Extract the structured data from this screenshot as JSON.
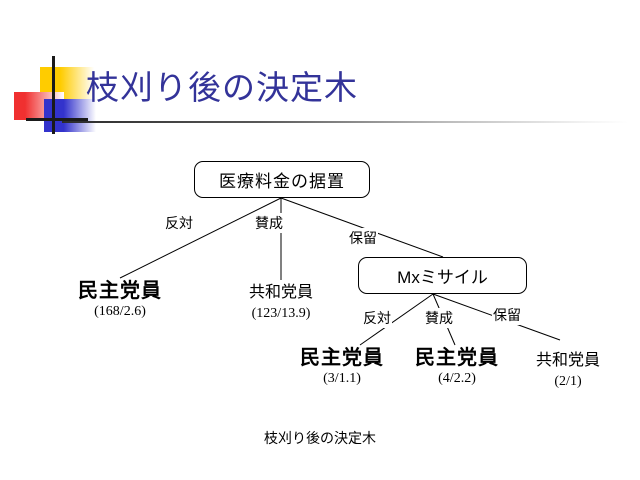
{
  "slide": {
    "title": "枝刈り後の決定木",
    "caption": "枝刈り後の決定木",
    "title_color": "#333399",
    "decoration": {
      "yellow": "#ffcc00",
      "red": "#f03030",
      "blue": "#3333cc",
      "line": "#1a1a1a"
    }
  },
  "tree": {
    "nodes": [
      {
        "id": "root",
        "label": "医療料金の据置",
        "type": "internal"
      },
      {
        "id": "mx",
        "label": "Mxミサイル",
        "type": "internal"
      }
    ],
    "edge_labels": {
      "root_left": "反対",
      "root_middle": "賛成",
      "root_right": "保留",
      "mx_left": "反対",
      "mx_middle": "賛成",
      "mx_right": "保留"
    },
    "leaves": [
      {
        "id": "leaf1",
        "name": "民主党員",
        "stats": "(168/2.6)",
        "parent": "root",
        "branch": "反対"
      },
      {
        "id": "leaf2",
        "name": "共和党員",
        "stats": "(123/13.9)",
        "parent": "root",
        "branch": "賛成"
      },
      {
        "id": "leaf3",
        "name": "民主党員",
        "stats": "(3/1.1)",
        "parent": "mx",
        "branch": "反対"
      },
      {
        "id": "leaf4",
        "name": "民主党員",
        "stats": "(4/2.2)",
        "parent": "mx",
        "branch": "賛成"
      },
      {
        "id": "leaf5",
        "name": "共和党員",
        "stats": "(2/1)",
        "parent": "mx",
        "branch": "保留"
      }
    ]
  }
}
